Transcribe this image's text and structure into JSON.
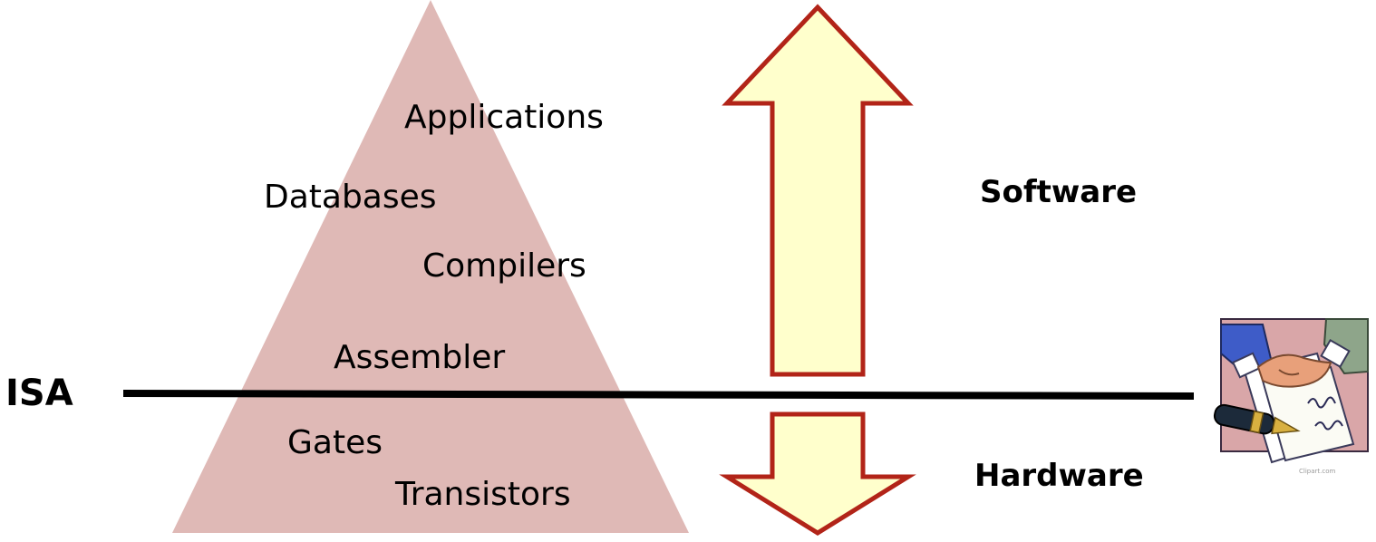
{
  "isa_label": "ISA",
  "pyramid": {
    "fill_color": "#dfb9b6",
    "layers": [
      {
        "id": "applications",
        "label": "Applications"
      },
      {
        "id": "databases",
        "label": "Databases"
      },
      {
        "id": "compilers",
        "label": "Compilers"
      },
      {
        "id": "assembler",
        "label": "Assembler"
      },
      {
        "id": "gates",
        "label": "Gates"
      },
      {
        "id": "transistors",
        "label": "Transistors"
      }
    ]
  },
  "arrows": {
    "fill_color": "#ffffcc",
    "stroke_color": "#b22418"
  },
  "side_labels": {
    "software": "Software",
    "hardware": "Hardware"
  },
  "clipart": {
    "icon": "handshake-contract-icon",
    "caption": "Clipart.com"
  }
}
